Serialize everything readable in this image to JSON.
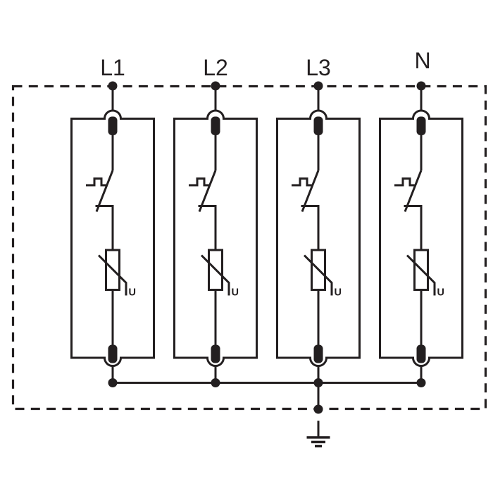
{
  "colors": {
    "ink": "#231f20",
    "paper": "#ffffff"
  },
  "diagram": {
    "kind": "surge-protection-basic-circuit",
    "terminals": [
      {
        "label": "L1"
      },
      {
        "label": "L2"
      },
      {
        "label": "L3"
      },
      {
        "label": "N"
      }
    ],
    "varistor": {
      "voltage_label": "U"
    }
  }
}
